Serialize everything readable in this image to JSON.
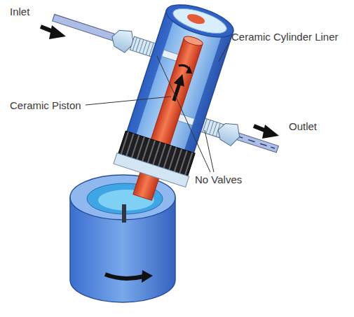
{
  "diagram": {
    "labels": [
      "Inlet",
      "Ceramic Cylinder Liner",
      "Ceramic Piston",
      "Outlet",
      "No Valves"
    ]
  }
}
